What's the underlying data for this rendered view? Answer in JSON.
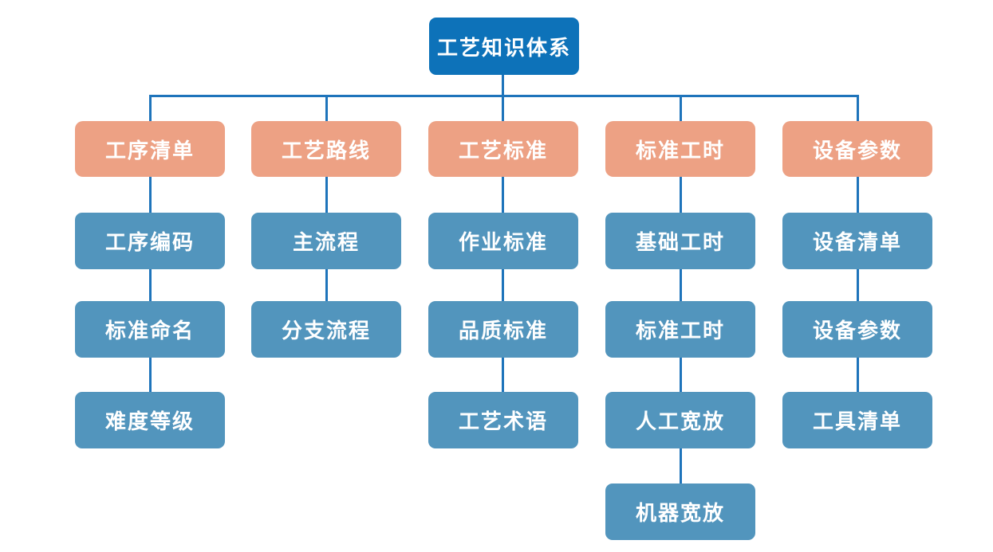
{
  "diagram": {
    "root_label": "工艺知识体系",
    "colors": {
      "root": "#0d72b9",
      "branch": "#eda184",
      "leaf": "#5295bd",
      "connector": "#1e74bb",
      "text": "#ffffff",
      "background": "#ffffff"
    },
    "columns": [
      {
        "label": "工序清单",
        "children": [
          "工序编码",
          "标准命名",
          "难度等级"
        ]
      },
      {
        "label": "工艺路线",
        "children": [
          "主流程",
          "分支流程"
        ]
      },
      {
        "label": "工艺标准",
        "children": [
          "作业标准",
          "品质标准",
          "工艺术语"
        ]
      },
      {
        "label": "标准工时",
        "children": [
          "基础工时",
          "标准工时",
          "人工宽放",
          "机器宽放"
        ]
      },
      {
        "label": "设备参数",
        "children": [
          "设备清单",
          "设备参数",
          "工具清单"
        ]
      }
    ]
  }
}
